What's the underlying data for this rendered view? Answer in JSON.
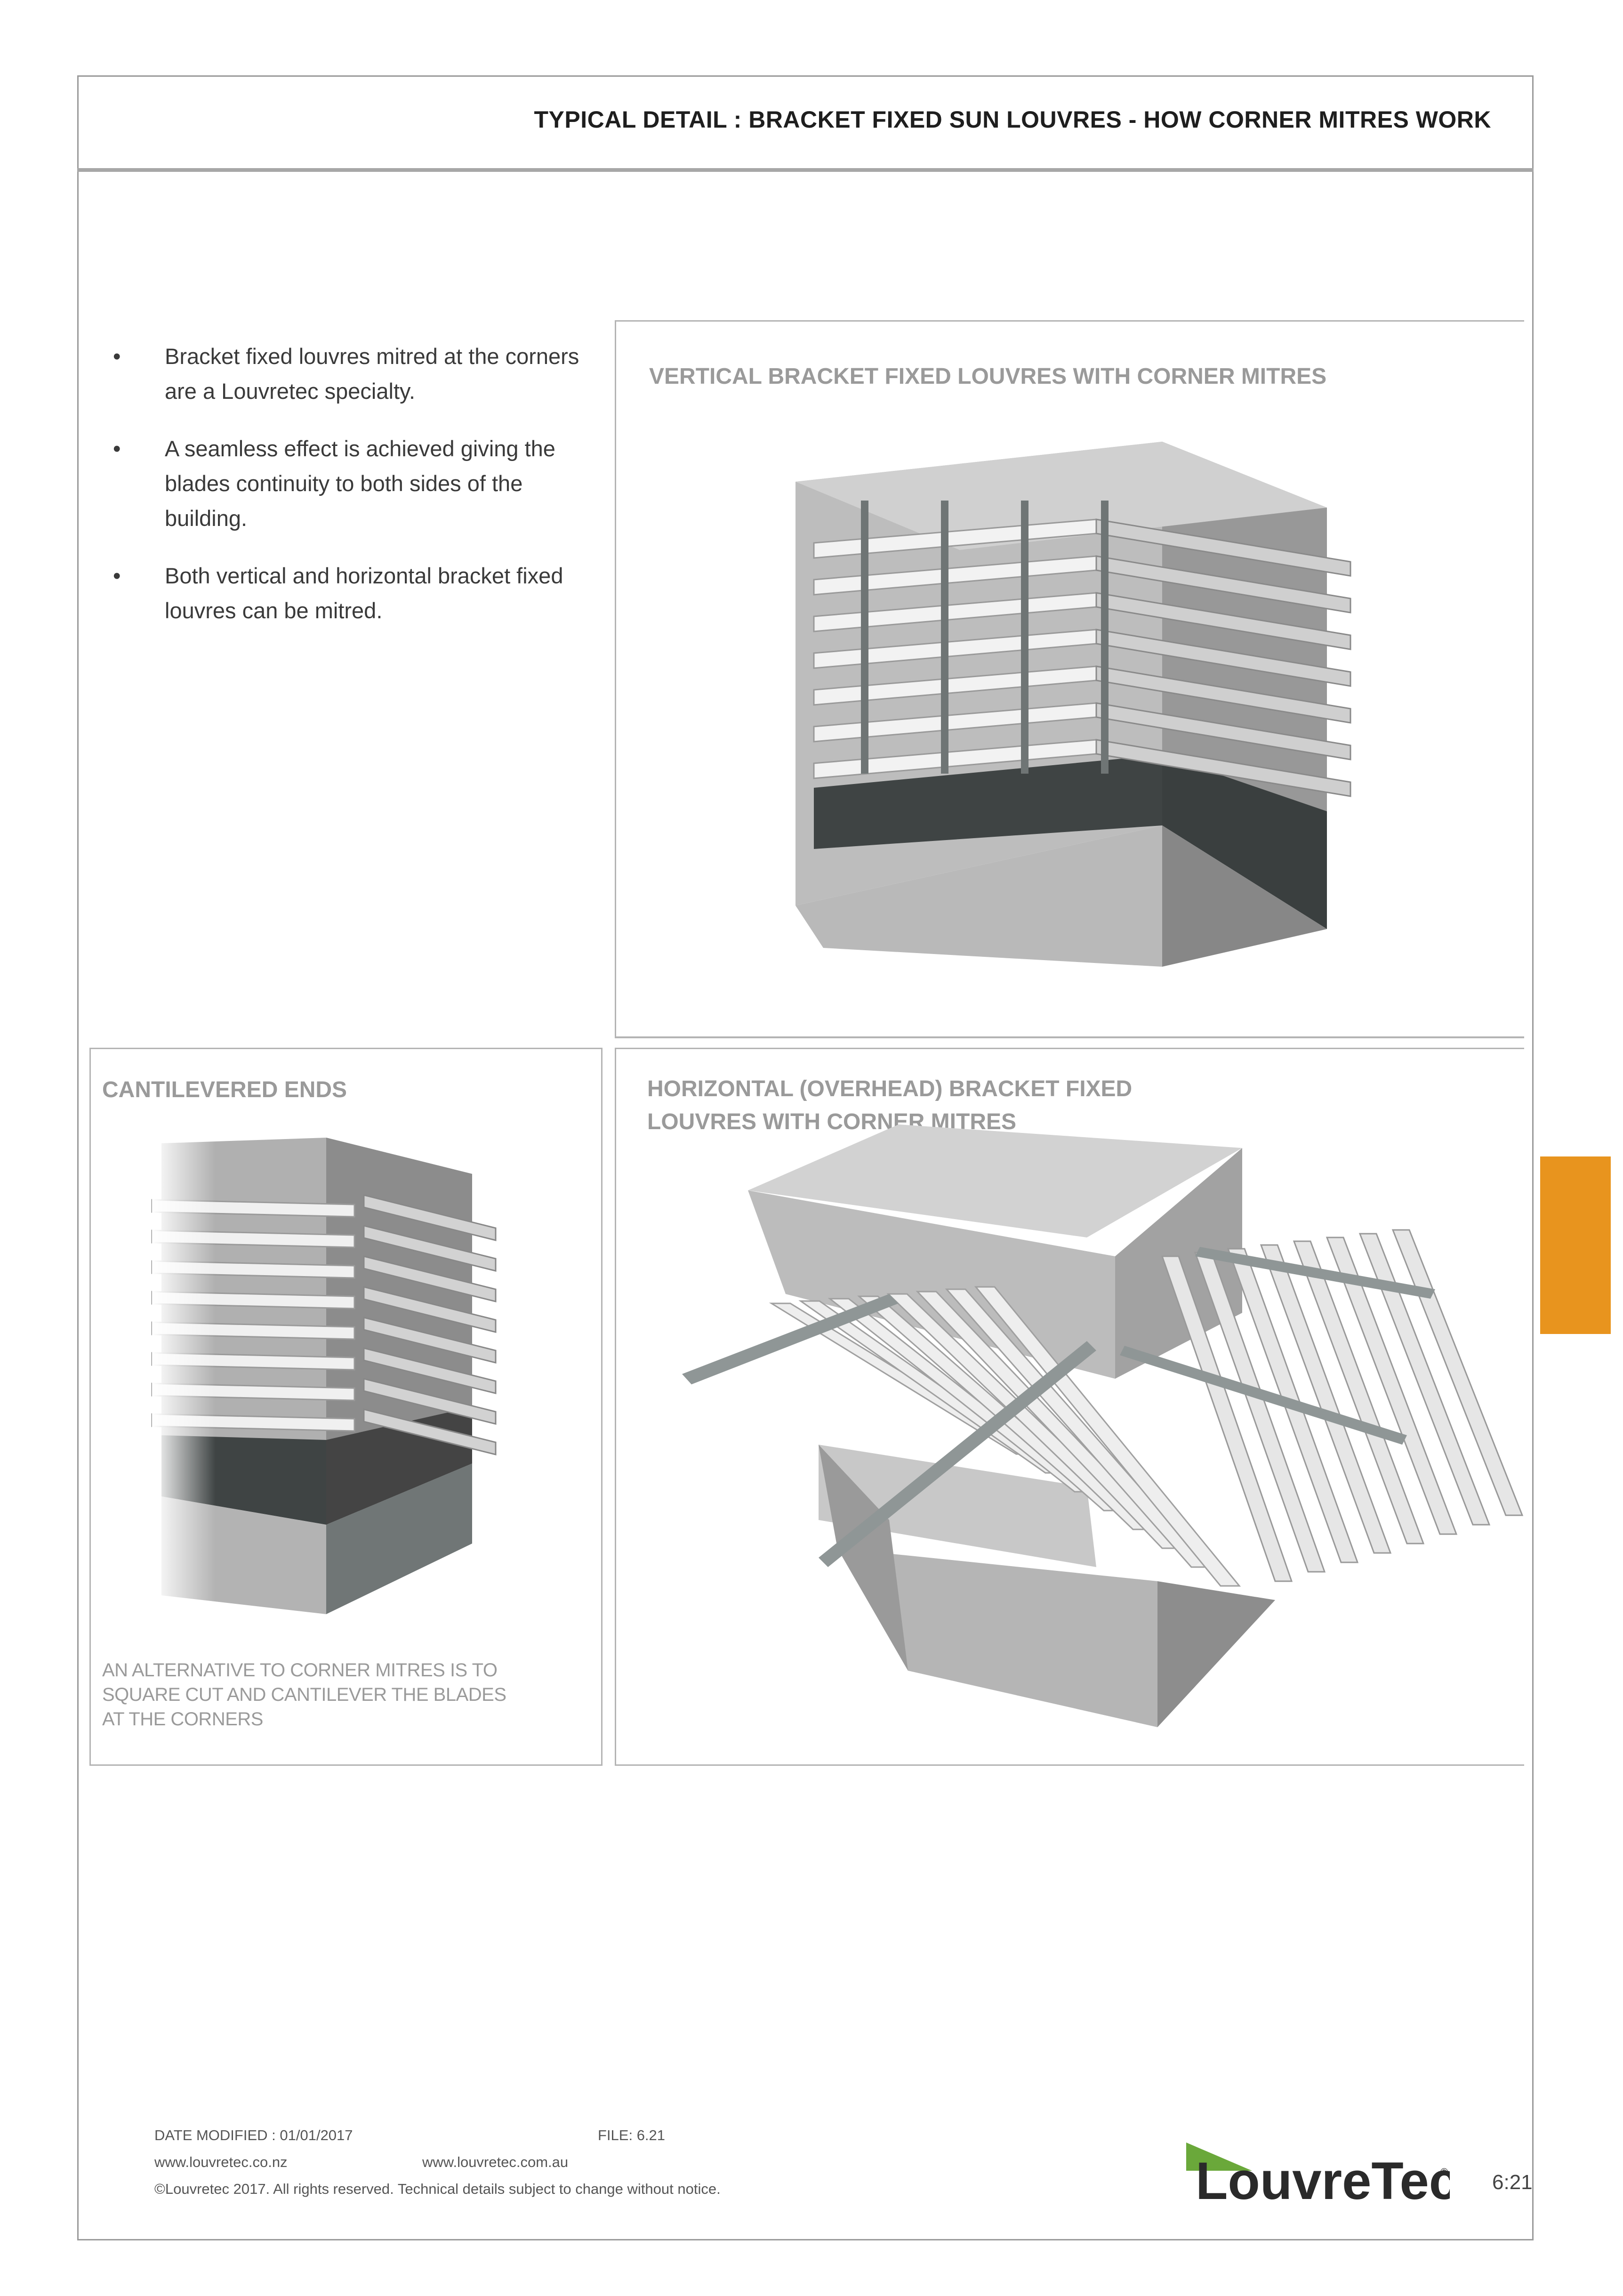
{
  "header": {
    "title": "TYPICAL DETAIL : BRACKET FIXED SUN LOUVRES - HOW CORNER MITRES WORK"
  },
  "bullets": [
    "Bracket fixed louvres mitred at the corners are a Louvretec specialty.",
    "A seamless effect is achieved giving the blades continuity to both sides of the building.",
    "Both vertical and horizontal bracket fixed louvres can be mitred."
  ],
  "panels": {
    "vertical": {
      "title": "VERTICAL BRACKET FIXED LOUVRES WITH CORNER MITRES"
    },
    "cantilevered": {
      "title": "CANTILEVERED ENDS",
      "caption": "AN ALTERNATIVE TO CORNER MITRES IS TO SQUARE CUT AND CANTILEVER THE BLADES AT THE CORNERS"
    },
    "horizontal": {
      "title_line1": "HORIZONTAL (OVERHEAD) BRACKET FIXED",
      "title_line2": "LOUVRES WITH CORNER MITRES"
    }
  },
  "footer": {
    "date_modified": "DATE MODIFIED : 01/01/2017",
    "file": "FILE: 6.21",
    "website_nz": "www.louvretec.co.nz",
    "website_au": "www.louvretec.com.au",
    "copyright": "©Louvretec 2017. All rights reserved. Technical details subject to change without notice.",
    "logo_text": "LouvreTec",
    "page_number": "6:21"
  },
  "colors": {
    "accent_orange": "#e8941e",
    "logo_green": "#6aa83a",
    "panel_title_grey": "#9a9a9a"
  }
}
